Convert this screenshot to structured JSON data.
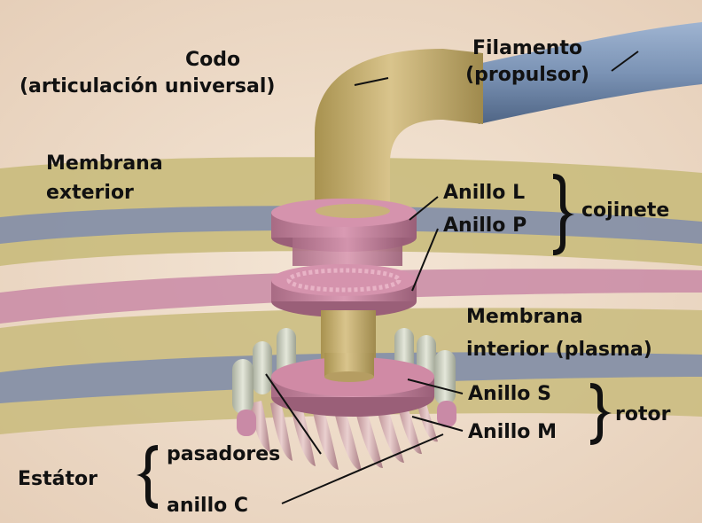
{
  "labels": {
    "codo_1": "Codo",
    "codo_2": "(articulación universal)",
    "filamento_1": "Filamento",
    "filamento_2": "(propulsor)",
    "membrana_ext_1": "Membrana",
    "membrana_ext_2": "exterior",
    "anillo_l": "Anillo L",
    "anillo_p": "Anillo P",
    "cojinete": "cojinete",
    "membrana_int_1": "Membrana",
    "membrana_int_2": "interior (plasma)",
    "anillo_s": "Anillo S",
    "anillo_m": "Anillo M",
    "rotor": "rotor",
    "pasadores": "pasadores",
    "estator": "Estátor",
    "anillo_c": "anillo C"
  },
  "colors": {
    "background": "#eedccb",
    "outer_membrane_band": "#c9bb7c",
    "membrane_blue": "#7f8cae",
    "inner_pink_band": "#c98aa6",
    "filament": "#7b93b5",
    "hook": "#c8b27a",
    "rings": "#c6829c",
    "stator_pins": "#cfd3c4"
  }
}
